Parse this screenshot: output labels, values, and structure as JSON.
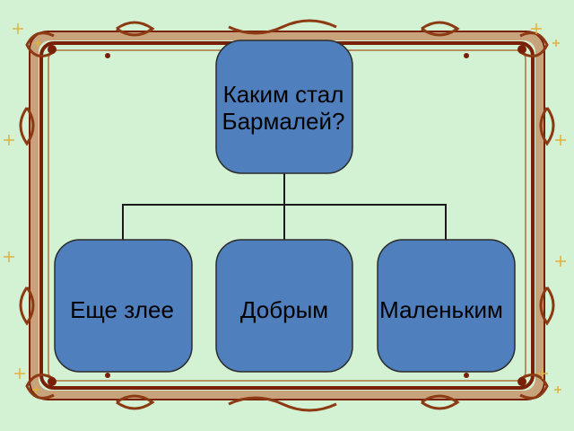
{
  "diagram": {
    "root": {
      "line1": "Каким стал",
      "line2": "Бармалей?"
    },
    "children": [
      {
        "label": "Еще злее"
      },
      {
        "label": "Добрым"
      },
      {
        "label": "Маленьким"
      }
    ]
  },
  "colors": {
    "background": "#d3f2d3",
    "node_fill": "#4f7fbd",
    "node_stroke": "#2c2c2c",
    "frame_outer": "#7a2008",
    "frame_inner": "#c8a27a",
    "ornament": "#8b3a14",
    "sparkle": "#e0b040"
  }
}
